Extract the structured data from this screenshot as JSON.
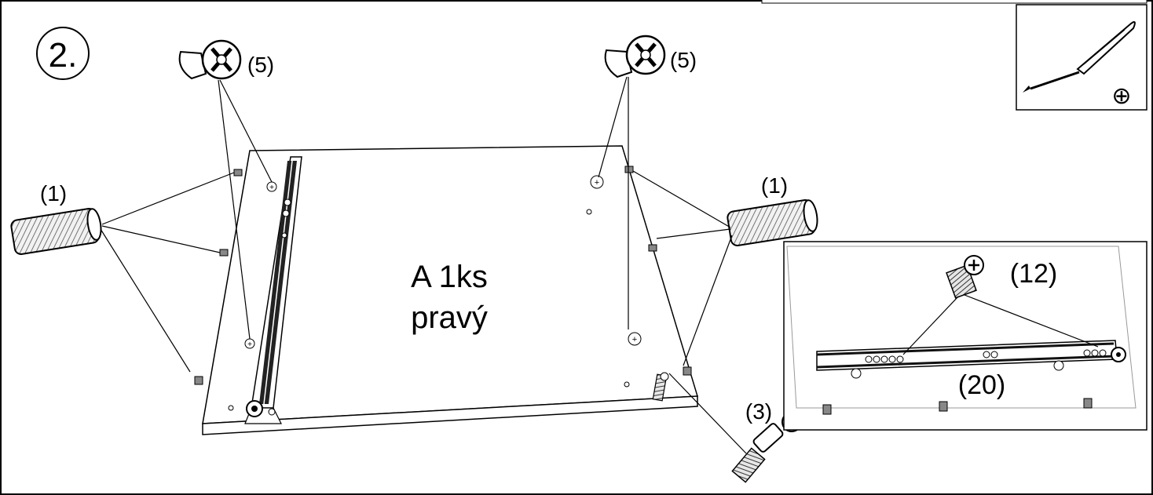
{
  "step": {
    "number": "2."
  },
  "panel": {
    "line1": "A 1ks",
    "line2": "pravý"
  },
  "parts": {
    "dowel": "(1)",
    "cam": "(5)",
    "bolt": "(3)",
    "screw": "(12)",
    "rail": "(20)"
  },
  "tool": {
    "icon": "phillips-screwdriver-icon",
    "symbol": "⊕"
  }
}
